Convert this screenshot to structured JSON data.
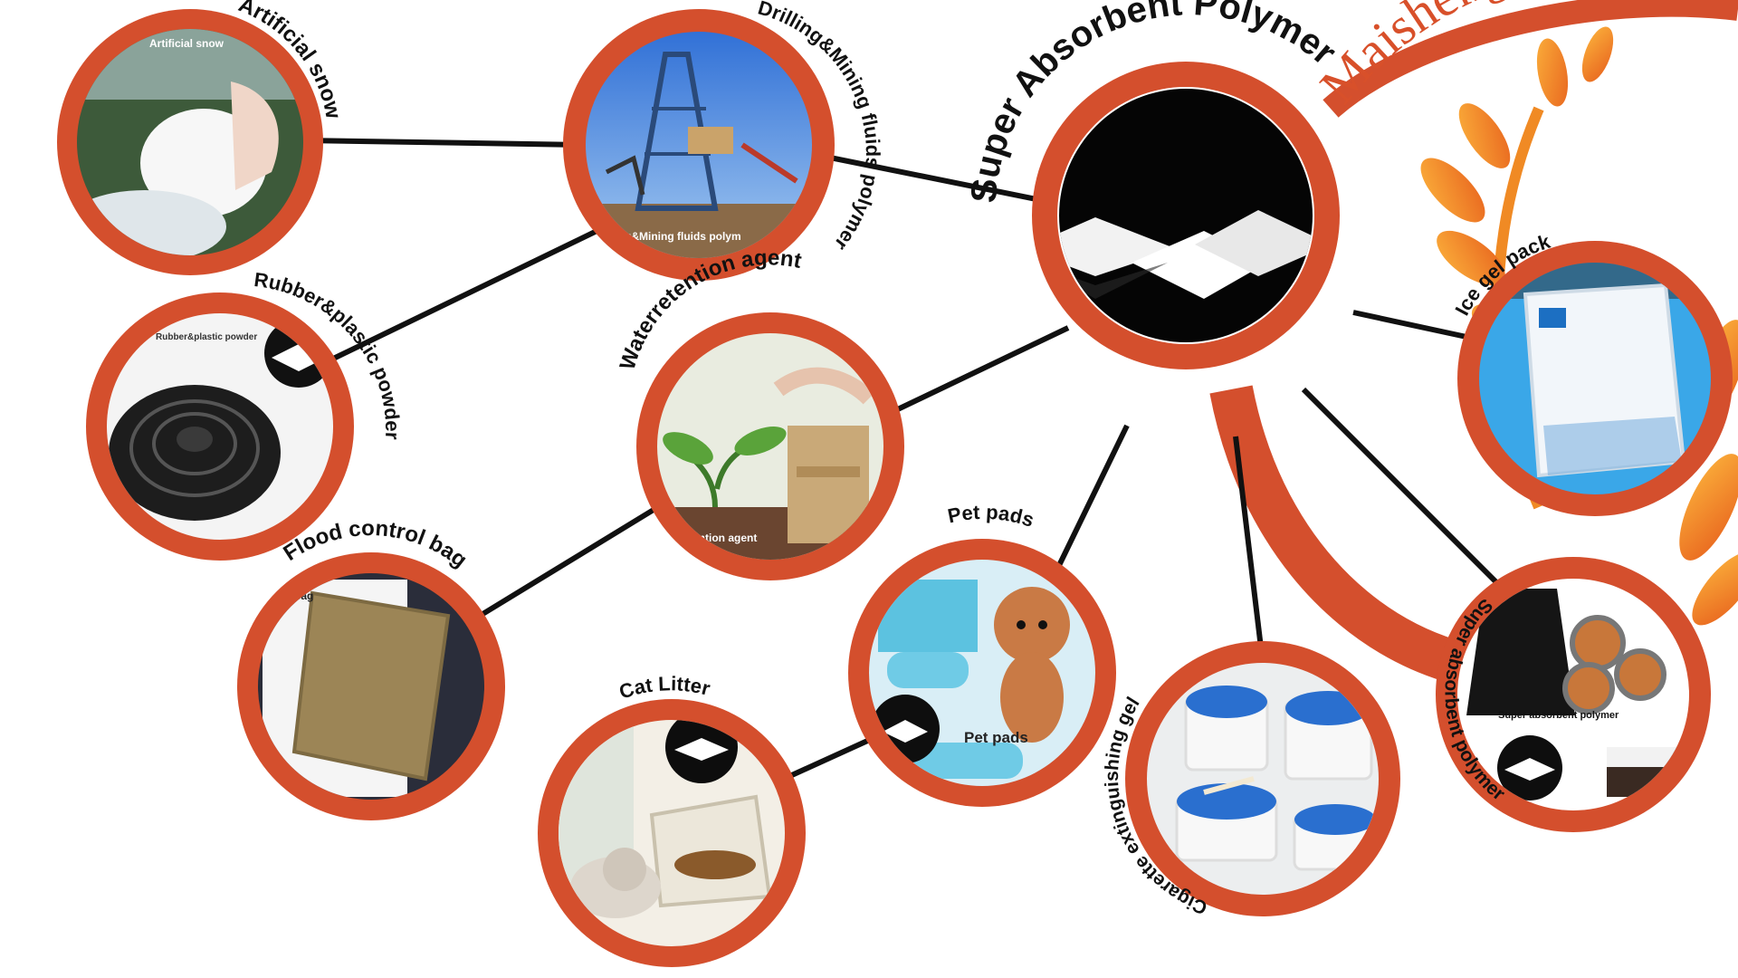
{
  "brand": {
    "name": "Maisheng New M"
  },
  "hub": {
    "title": "Super Absorbent Polymer",
    "image": "white-powder-heaps"
  },
  "applications": [
    {
      "label": "Artificial snow",
      "inner_text": "Artificial snow",
      "image": "snow-in-hands"
    },
    {
      "label": "Drilling&Mining fluids polymer",
      "inner_text": "g&Mining fluids polym",
      "image": "oil-drilling-rig"
    },
    {
      "label": "Rubber&plastic powder",
      "inner_text": "Rubber&plastic powder",
      "image": "black-rubber-coil"
    },
    {
      "label": "Waterretention agent",
      "inner_text": "ention agent",
      "image": "plant-and-soil-bag"
    },
    {
      "label": "Flood control bag",
      "inner_text": "bag",
      "image": "burlap-sandbag"
    },
    {
      "label": "Pet pads",
      "inner_text": "Pet pads",
      "image": "dog-and-pads"
    },
    {
      "label": "Cat Litter",
      "inner_text": "",
      "image": "cat-and-litter-box"
    },
    {
      "label": "Cigarette extinguishing gel",
      "inner_text": "",
      "image": "gel-ashtrays"
    },
    {
      "label": "Ice gel pack",
      "inner_text": "",
      "image": "ice-pack"
    },
    {
      "label": "Super absorbent polymer",
      "inner_text": "Super absorbent polymer",
      "image": "cable-cross-section"
    }
  ],
  "colors": {
    "ring": "#d44f2d",
    "line": "#111111",
    "brand": "#d8502a",
    "wheat": "#f08a24"
  }
}
